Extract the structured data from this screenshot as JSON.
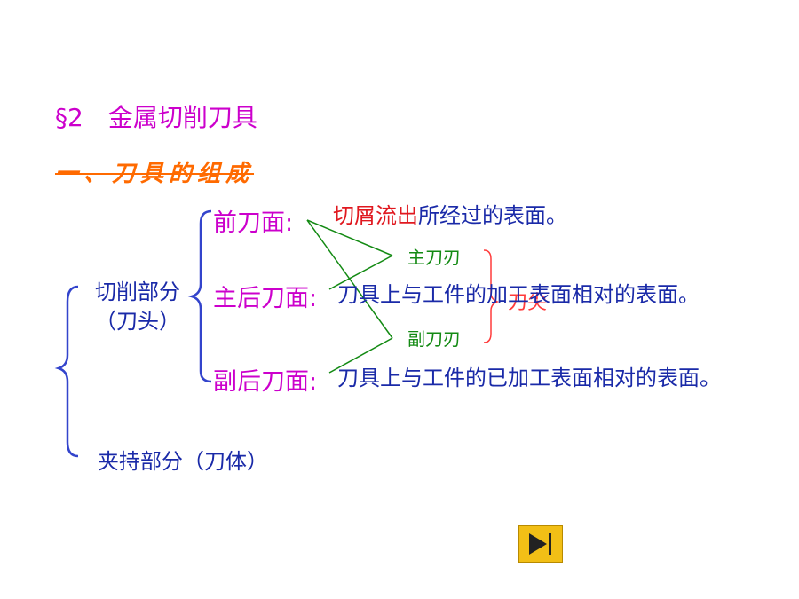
{
  "title": "§2　金属切削刀具",
  "subtitle": "一、刀具的组成",
  "cutting_part": {
    "line1": "切削部分",
    "line2": "（刀头）"
  },
  "clamping_part": "夹持部分（刀体）",
  "faces": [
    {
      "name": "前刀面:",
      "desc_red": "切屑流出",
      "desc_rest": "所经过的表面。"
    },
    {
      "name": "主后刀面:",
      "desc": "刀具上与工件的加工表面相对的表面。"
    },
    {
      "name": "副后刀面:",
      "desc": "刀具上与工件的已加工表面相对的表面。"
    }
  ],
  "edges": {
    "main": "主刀刃",
    "secondary": "副刀刃"
  },
  "tool_tip": "刀尖",
  "colors": {
    "title": "#cc00cc",
    "subtitle": "#ff6a00",
    "text": "#1a2aa8",
    "edge": "#138a13",
    "bracket": "#3344cc",
    "tip": "#ff3b3b"
  },
  "controls": {
    "next_icon": "play-next-icon"
  }
}
